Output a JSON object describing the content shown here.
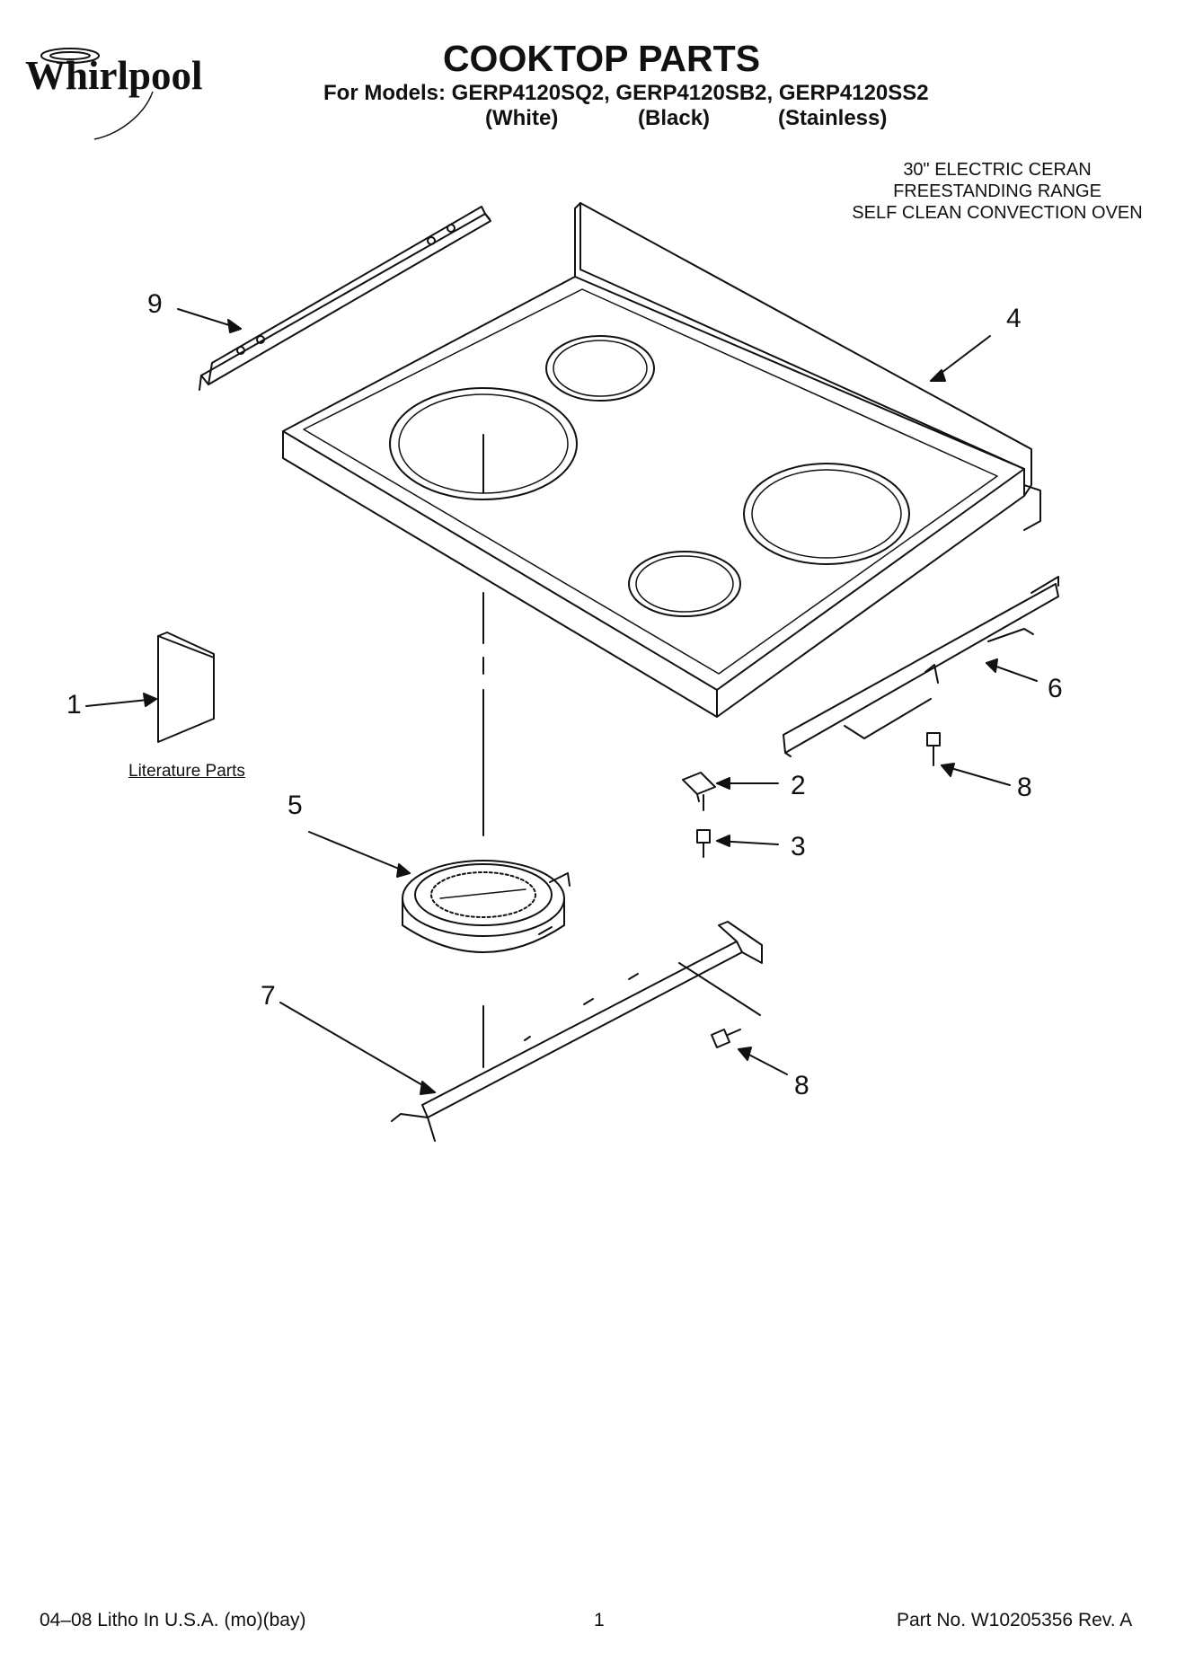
{
  "brand": "Whirlpool",
  "title": "COOKTOP PARTS",
  "models_line": "For Models: GERP4120SQ2, GERP4120SB2, GERP4120SS2",
  "variants": [
    "(White)",
    "(Black)",
    "(Stainless)"
  ],
  "description": [
    "30\" ELECTRIC CERAN",
    "FREESTANDING RANGE",
    "SELF CLEAN CONVECTION OVEN"
  ],
  "callouts": {
    "c1": "1",
    "c2": "2",
    "c3": "3",
    "c4": "4",
    "c5": "5",
    "c6": "6",
    "c7": "7",
    "c8a": "8",
    "c8b": "8",
    "c9": "9"
  },
  "literature_label": "Literature Parts",
  "footer": {
    "left": "04–08 Litho In U.S.A. (mo)(bay)",
    "page": "1",
    "right": "Part No. W10205356 Rev. A"
  }
}
